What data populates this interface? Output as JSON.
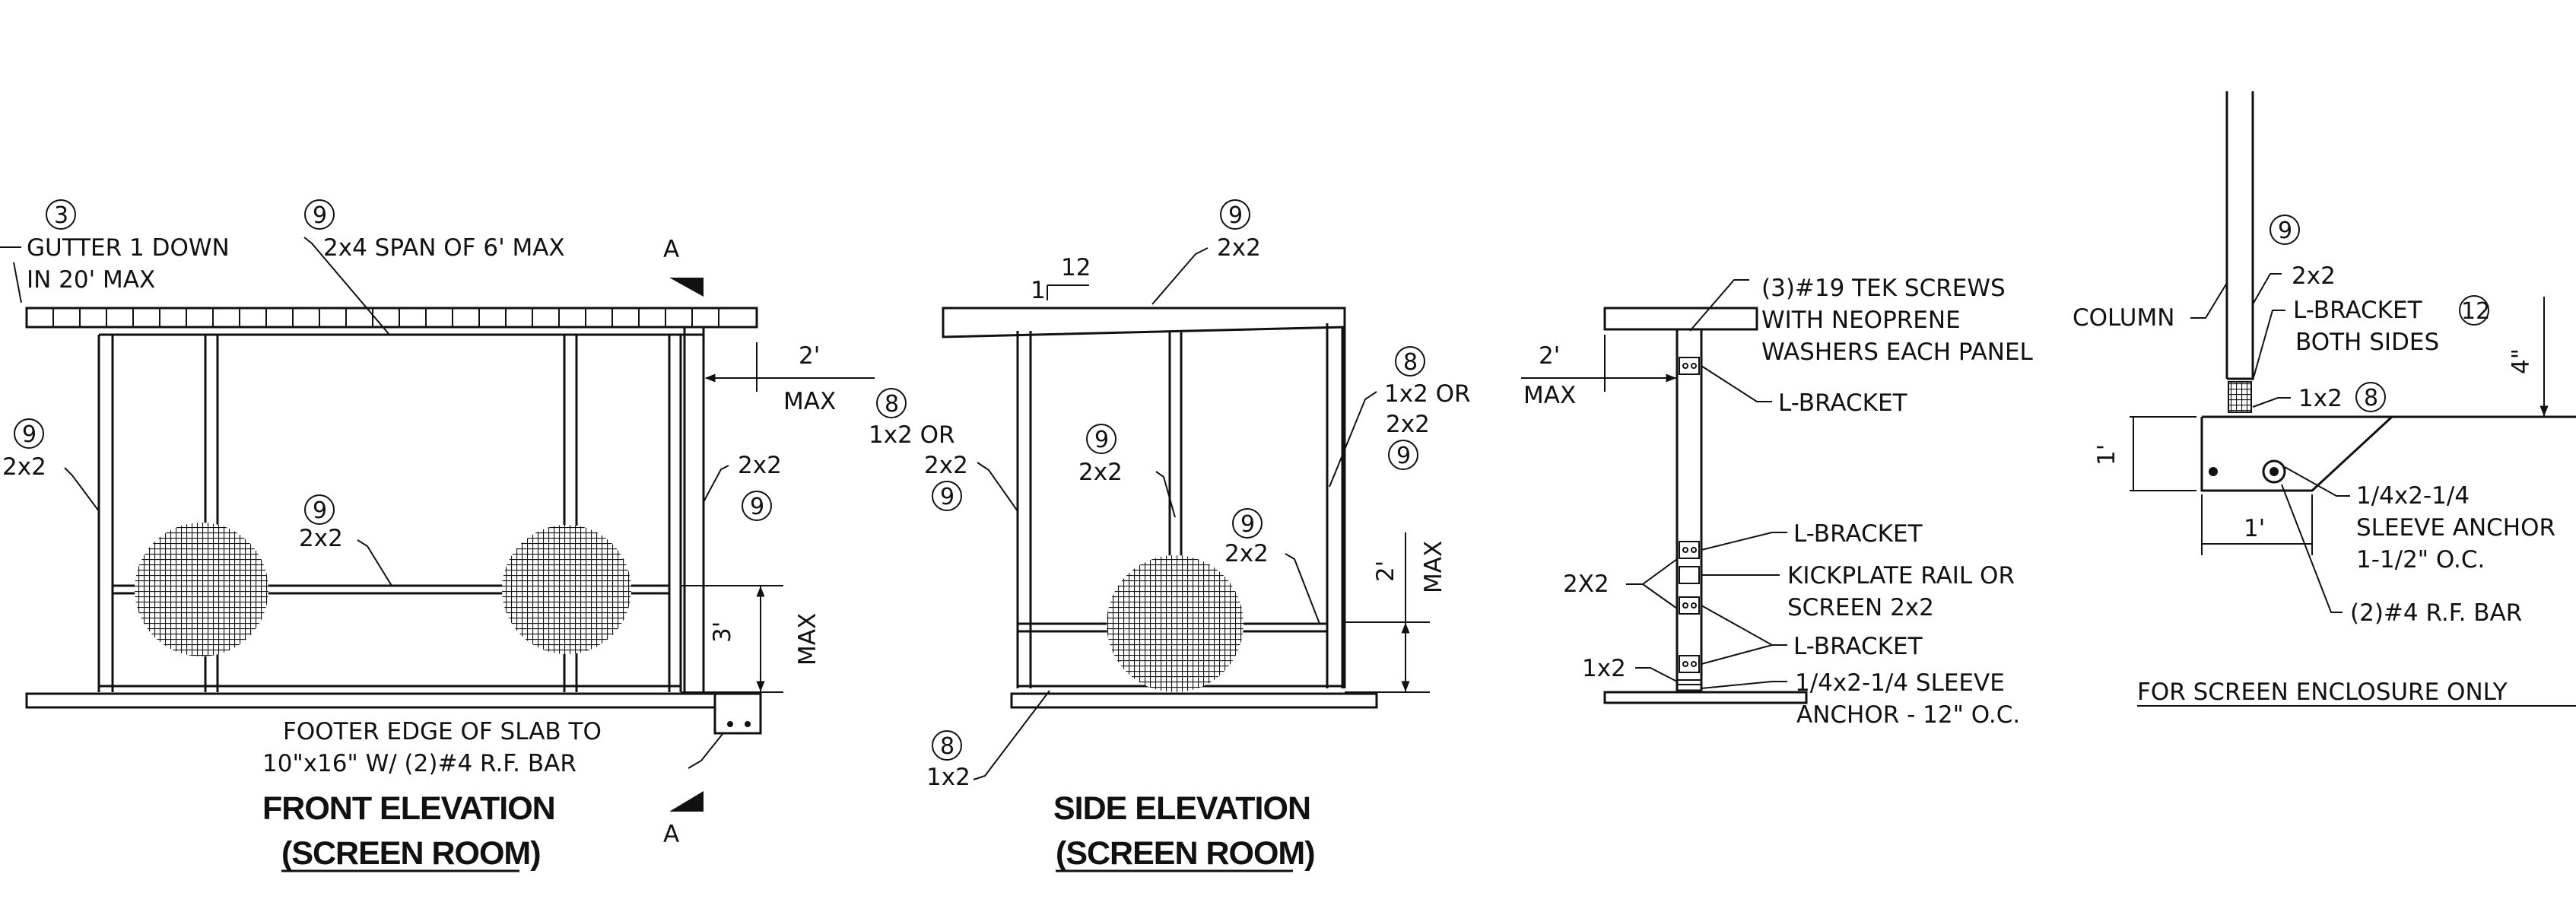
{
  "front": {
    "tag3": "3",
    "gutter": [
      "GUTTER 1 DOWN",
      "IN 20' MAX"
    ],
    "tag9_top": "9",
    "span": "2x4 SPAN OF 6' MAX",
    "section_a": "A",
    "dim_2ft": "2'",
    "max_top": "MAX",
    "tag9_left": "9",
    "left_member": "2x2",
    "tag9_mid": "9",
    "mid_member": "2x2",
    "right_member": "2x2",
    "tag9_right": "9",
    "dim_3ft": "3'",
    "max_right": "MAX",
    "footer": [
      "FOOTER EDGE OF SLAB TO",
      "10\"x16\" W/ (2)#4 R.F. BAR"
    ],
    "title": "FRONT ELEVATION",
    "subtitle": "(SCREEN ROOM)"
  },
  "side": {
    "tag9_top": "9",
    "top_member": "2x2",
    "slope": [
      "1",
      "12"
    ],
    "tag8_left": "8",
    "left_member": [
      "1x2  OR",
      "2x2"
    ],
    "tag9_left": "9",
    "tag9_mid": "9",
    "mid_member": "2x2",
    "tag9_rail": "9",
    "rail_member": "2x2",
    "tag8_right": "8",
    "right_member": [
      "1x2  OR",
      "2x2"
    ],
    "tag9_right": "9",
    "dim_2ft": "2'",
    "max": "MAX",
    "tag8_bottom": "8",
    "bottom_member": "1x2",
    "title": "SIDE ELEVATION",
    "subtitle": "(SCREEN ROOM)"
  },
  "section": {
    "screws": [
      "(3)#19 TEK SCREWS",
      "WITH NEOPRENE",
      "WASHERS EACH PANEL"
    ],
    "dim_2ft": "2'",
    "max": "MAX",
    "bracket_top": "L-BRACKET",
    "bracket_mid": "L-BRACKET",
    "kickplate": [
      "KICKPLATE RAIL OR",
      "SCREEN 2x2"
    ],
    "bracket_low": "L-BRACKET",
    "member_2x2": "2X2",
    "member_1x2": "1x2",
    "anchor": [
      "1/4x2-1/4  SLEEVE",
      "ANCHOR  -  12\" O.C."
    ]
  },
  "detail": {
    "tag9": "9",
    "column": "COLUMN",
    "member_2x2": "2x2",
    "bracket": [
      "L-BRACKET",
      "BOTH SIDES"
    ],
    "tag12": "12",
    "member_1x2": "1x2",
    "tag8": "8",
    "dim_4in": "4\"",
    "dim_1ft_v": "1'",
    "dim_1ft_h": "1'",
    "anchor": [
      "1/4x2-1/4",
      "SLEEVE  ANCHOR",
      "1-1/2\"  O.C."
    ],
    "rebar": "(2)#4  R.F.  BAR",
    "note": "FOR  SCREEN  ENCLOSURE  ONLY"
  }
}
